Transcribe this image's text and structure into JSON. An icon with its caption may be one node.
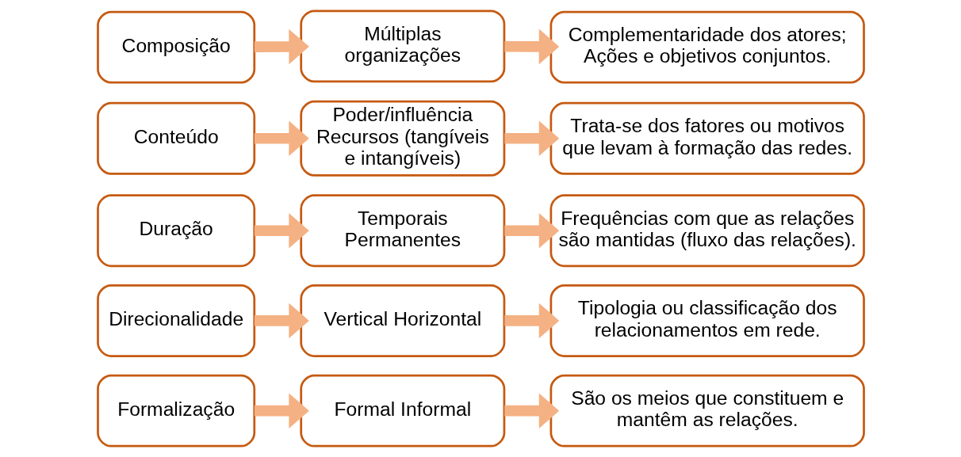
{
  "diagram": {
    "nodes": [
      {
        "text": [
          "Composição"
        ]
      },
      {
        "text": [
          "Múltiplas organizações"
        ]
      },
      {
        "text": [
          "Complementaridade dos atores; Ações e objetivos conjuntos."
        ]
      },
      {
        "text": [
          "Conteúdo"
        ]
      },
      {
        "text": [
          "Poder/influência Recursos (tangíveis e intangíveis)"
        ]
      },
      {
        "text": [
          "Trata-se dos fatores ou motivos que levam à formação das redes."
        ]
      },
      {
        "text": [
          "Duração"
        ]
      },
      {
        "text": [
          "Temporais Permanentes"
        ]
      },
      {
        "text": [
          "Frequências com que as relações são mantidas (fluxo das relações)."
        ]
      },
      {
        "text": [
          "Direcionalidade"
        ]
      },
      {
        "text": [
          "Vertical Horizontal"
        ]
      },
      {
        "text": [
          "Tipologia ou classificação dos relacionamentos em rede."
        ]
      },
      {
        "text": [
          "Formalização"
        ]
      },
      {
        "text": [
          "Formal Informal"
        ]
      },
      {
        "text": [
          "São os meios que constituem e mantêm as relações."
        ]
      }
    ],
    "edges": [
      {
        "from": 0,
        "to": 1,
        "arrow": "to"
      },
      {
        "from": 1,
        "to": 2,
        "arrow": "to"
      },
      {
        "from": 3,
        "to": 4,
        "arrow": "to"
      },
      {
        "from": 4,
        "to": 5,
        "arrow": "to"
      },
      {
        "from": 6,
        "to": 7,
        "arrow": "to"
      },
      {
        "from": 7,
        "to": 8,
        "arrow": "to"
      },
      {
        "from": 9,
        "to": 10,
        "arrow": "to"
      },
      {
        "from": 10,
        "to": 11,
        "arrow": "to"
      },
      {
        "from": 12,
        "to": 13,
        "arrow": "to"
      },
      {
        "from": 13,
        "to": 14,
        "arrow": "to"
      }
    ]
  }
}
